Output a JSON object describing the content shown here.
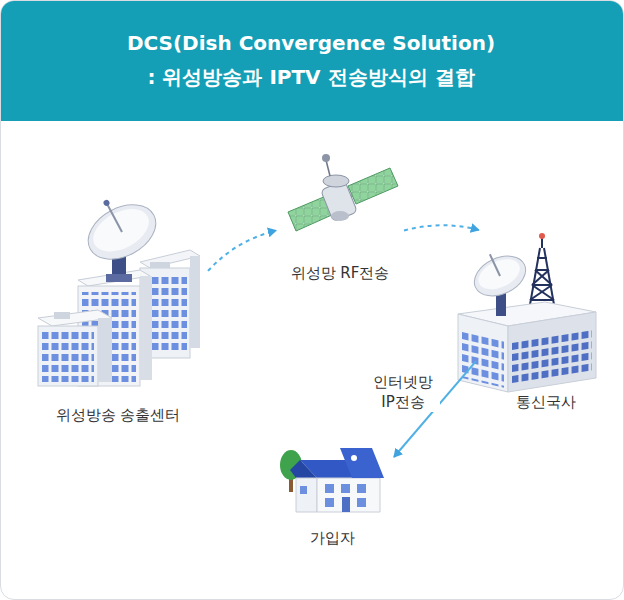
{
  "diagram": {
    "title": "DCS(Dish Convergence Solution) : 위성방송과 IPTV 전송방식의 결합",
    "nodes": [
      {
        "text": [
          "위성방송 송출센터"
        ]
      },
      {
        "text": [
          "위성망 RF전송"
        ]
      },
      {
        "text": [
          "통신국사"
        ]
      },
      {
        "text": [
          "가입자"
        ]
      }
    ],
    "edges": [
      {
        "from": 0,
        "to": 1,
        "arrow": "to"
      },
      {
        "from": 1,
        "to": 2,
        "arrow": "to"
      },
      {
        "from": 2,
        "to": 3,
        "label": "인터넷망 IP전송",
        "arrow": "to"
      }
    ]
  }
}
